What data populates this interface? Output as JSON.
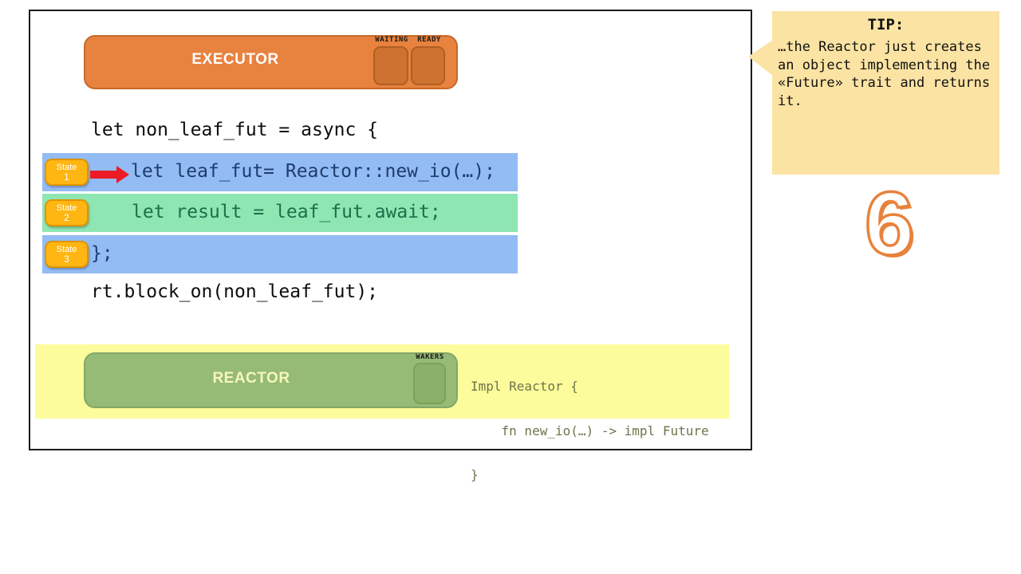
{
  "slide": {
    "number": "6"
  },
  "executor": {
    "title": "EXECUTOR",
    "queue_labels": [
      "WAITING",
      "READY"
    ]
  },
  "code": {
    "opening_line": "let non_leaf_fut = async {",
    "closing_line": "rt.block_on(non_leaf_fut);",
    "states": [
      {
        "badge_label": "State",
        "badge_number": "1",
        "code": "let leaf_fut= Reactor::new_io(…);"
      },
      {
        "badge_label": "State",
        "badge_number": "2",
        "code": "let result = leaf_fut.await;"
      },
      {
        "badge_label": "State",
        "badge_number": "3",
        "code": "};"
      }
    ]
  },
  "reactor": {
    "title": "REACTOR",
    "wakers_label": "WAKERS",
    "impl_lines": [
      "Impl Reactor {",
      "    fn new_io(…) -> impl Future",
      "}"
    ]
  },
  "tip": {
    "title": "TIP:",
    "lines": [
      "…the Reactor just creates",
      "an object implementing the",
      "«Future» trait and returns",
      "it."
    ]
  },
  "colors": {
    "executor_orange": "#e8823f",
    "slot_orange": "#cd7230",
    "row_blue": "#93bcf4",
    "row_green": "#8ee6b2",
    "code_navy": "#1e3c6e",
    "code_green": "#1e6f49",
    "badge_yellow": "#ffb612",
    "arrow_red": "#ec1b26",
    "band_yellow": "#fcfc9c",
    "reactor_green": "#95bb77",
    "tip_beige": "#fbe3a3",
    "number_orange": "#e8823c"
  }
}
